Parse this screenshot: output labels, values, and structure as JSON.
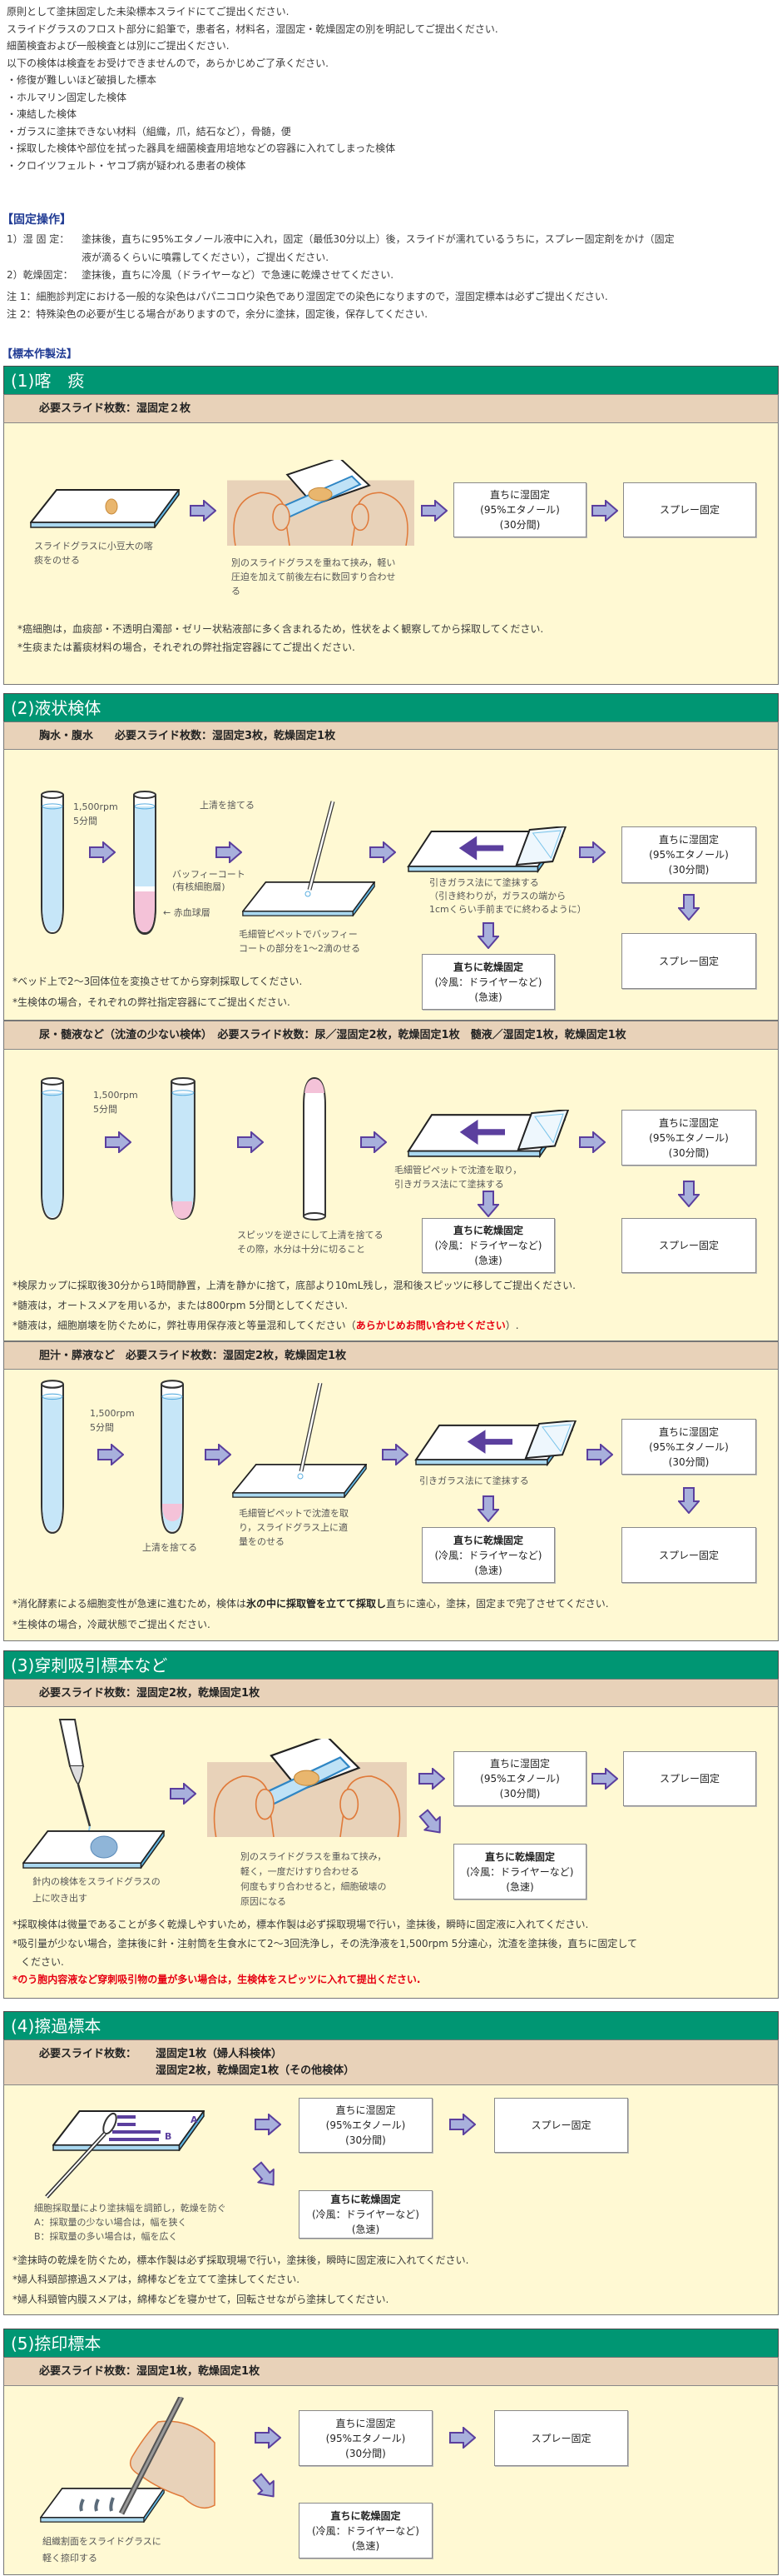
{
  "intro": {
    "lines": [
      "原則として塗抹固定した未染標本スライドにてご提出ください.",
      "スライドグラスのフロスト部分に鉛筆で，患者名，材料名，湿固定・乾燥固定の別を明記してご提出ください.",
      "細菌検査および一般検査とは別にご提出ください.",
      "以下の検体は検査をお受けできませんので，あらかじめご了承ください.",
      "・修復が難しいほど破損した標本",
      "・ホルマリン固定した検体",
      "・凍結した検体",
      "・ガラスに塗抹できない材料（組織，爪，結石など），骨髄，便",
      "・採取した検体や部位を拭った器具を細菌検査用培地などの容器に入れてしまった検体",
      "・クロイツフェルト・ヤコブ病が疑われる患者の検体"
    ]
  },
  "fixation": {
    "heading": "【固定操作】",
    "item1_label": "1）湿 固 定：",
    "item1_text": "塗抹後，直ちに95%エタノール液中に入れ，固定（最低30分以上）後，スライドが濡れているうちに，スプレー固定剤をかけ（固定",
    "item1_cont": "液が滴るくらいに噴霧してください），ご提出ください.",
    "item2_label": "2）乾燥固定：",
    "item2_text": "塗抹後，直ちに冷風（ドライヤーなど）で急速に乾燥させてください.",
    "note1": "注 1：細胞診判定における一般的な染色はパパニコロウ染色であり湿固定での染色になりますので，湿固定標本は必ずご提出ください.",
    "note2": "注 2：特殊染色の必要が生じる場合がありますので，余分に塗抹，固定後，保存してください."
  },
  "prep_heading": "【標本作製法】",
  "boxes": {
    "wet": [
      "直ちに湿固定",
      "(95%エタノール)",
      "(30分間)"
    ],
    "dry": [
      "直ちに乾燥固定",
      "(冷風：ドライヤーなど)",
      "(急速)"
    ],
    "spray": "スプレー固定"
  },
  "colors": {
    "header_green": "#009673",
    "subheader_tan": "#e8d2b9",
    "panel_yellow": "#fff9d3",
    "arrow_fill": "#a8b0dc",
    "arrow_stroke": "#5b3f9e",
    "heading_blue": "#1f3a93",
    "warning_red": "#e60012"
  },
  "s1": {
    "title": "(1)喀　痰",
    "slides": "必要スライド枚数：湿固定２枚",
    "cap1": [
      "スライドグラスに小豆大の喀",
      "痰をのせる"
    ],
    "cap2": [
      "別のスライドグラスを重ねて挟み，軽い",
      "圧迫を加えて前後左右に数回すり合わせ",
      "る"
    ],
    "notes": [
      "*癌細胞は，血痰部・不透明白濁部・ゼリー状粘液部に多く含まれるため，性状をよく観察してから採取してください.",
      "*生痰または蓄痰材料の場合，それぞれの弊社指定容器にてご提出ください."
    ]
  },
  "s2": {
    "title": "(2)液状検体",
    "a": {
      "slides": "胸水・腹水　　必要スライド枚数：湿固定3枚，乾燥固定1枚",
      "rpm": [
        "1,500rpm",
        "5分間"
      ],
      "discard": "上清を捨てる",
      "buffy": [
        "バッフィーコート",
        "(有核細胞層)"
      ],
      "rbc": "赤血球層",
      "pipette_cap": [
        "毛細管ピペットでバッフィー",
        "コートの部分を1～2滴のせる"
      ],
      "smear_cap": [
        "引きガラス法にて塗抹する",
        "（引き終わりが，ガラスの端から",
        "1cmくらい手前までに終わるように）"
      ],
      "notes": [
        "*ベッド上で2～3回体位を変換させてから穿刺採取してください.",
        "*生検体の場合，それぞれの弊社指定容器にてご提出ください."
      ]
    },
    "b": {
      "slides": "尿・髄液など（沈渣の少ない検体）　必要スライド枚数：尿／湿固定2枚，乾燥固定1枚　髄液／湿固定1枚，乾燥固定1枚",
      "rpm": [
        "1,500rpm",
        "5分間"
      ],
      "spitz_cap": [
        "スピッツを逆さにして上清を捨てる",
        "その際，水分は十分に切ること"
      ],
      "smear_cap": [
        "毛細管ピペットで沈渣を取り，",
        "引きガラス法にて塗抹する"
      ],
      "note1": "*検尿カップに採取後30分から1時間静置，上清を静かに捨て，底部より10mL残し，混和後スピッツに移してご提出ください.",
      "note2": "*髄液は，オートスメアを用いるか，または800rpm 5分間としてください.",
      "note3_pre": "*髄液は，細胞崩壊を防ぐために，弊社専用保存液と等量混和してください（",
      "note3_red": "あらかじめお問い合わせください",
      "note3_post": "）."
    },
    "c": {
      "slides": "胆汁・膵液など　必要スライド枚数：湿固定2枚，乾燥固定1枚",
      "rpm": [
        "1,500rpm",
        "5分間"
      ],
      "discard": "上清を捨てる",
      "pipette_cap": [
        "毛細管ピペットで沈渣を取",
        "り，スライドグラス上に適",
        "量をのせる"
      ],
      "smear_cap": "引きガラス法にて塗抹する",
      "note1_pre": "*消化酵素による細胞変性が急速に進むため，検体は",
      "note1_bold": "氷の中に採取管を立てて採取し",
      "note1_post": "直ちに遠心，塗抹，固定まで完了させてください.",
      "note2": "*生検体の場合，冷蔵状態でご提出ください."
    }
  },
  "s3": {
    "title": "(3)穿刺吸引標本など",
    "slides": "必要スライド枚数：湿固定2枚，乾燥固定1枚",
    "cap1": [
      "針内の検体をスライドグラスの",
      "上に吹き出す"
    ],
    "cap2": [
      "別のスライドグラスを重ねて挟み，",
      "軽く，一度だけすり合わせる",
      "何度もすり合わせると，細胞破壊の",
      "原因になる"
    ],
    "notes": [
      "*採取検体は微量であることが多く乾燥しやすいため，標本作製は必ず採取現場で行い，塗抹後，瞬時に固定液に入れてください.",
      "*吸引量が少ない場合，塗抹後に針・注射筒を生食水にて2～3回洗浄し，その洗浄液を1,500rpm 5分遠心，沈渣を塗抹後，直ちに固定して",
      "ください."
    ],
    "red_note": "*のう胞内容液など穿刺吸引物の量が多い場合は，生検体をスピッツに入れて提出ください."
  },
  "s4": {
    "title": "(4)擦過標本",
    "slides_label": "必要スライド枚数：",
    "slides_line1": "湿固定1枚（婦人科検体）",
    "slides_line2": "湿固定2枚，乾燥固定1枚（その他検体）",
    "label_a": "A",
    "label_b": "B",
    "cap": [
      "細胞採取量により塗抹幅を調節し，乾燥を防ぐ",
      "A：採取量の少ない場合は，幅を狭く",
      "B：採取量の多い場合は，幅を広く"
    ],
    "notes": [
      "*塗抹時の乾燥を防ぐため，標本作製は必ず採取現場で行い，塗抹後，瞬時に固定液に入れてください.",
      "*婦人科頸部擦過スメアは，綿棒などを立てて塗抹してください.",
      "*婦人科頸管内膜スメアは，綿棒などを寝かせて，回転させながら塗抹してください."
    ]
  },
  "s5": {
    "title": "(5)捺印標本",
    "slides": "必要スライド枚数：湿固定1枚，乾燥固定1枚",
    "cap": [
      "組織割面をスライドグラスに",
      "軽く捺印する"
    ]
  }
}
